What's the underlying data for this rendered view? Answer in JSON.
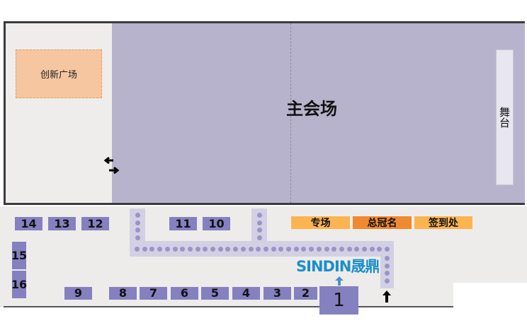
{
  "hall": {
    "main_title": "主会场",
    "stage": "舞台",
    "plaza": "创新广场"
  },
  "zones": [
    {
      "label": "专场",
      "color": "#fbb450"
    },
    {
      "label": "总冠名",
      "color": "#f08a30"
    },
    {
      "label": "签到处",
      "color": "#fbb450"
    }
  ],
  "booths": [
    "1",
    "2",
    "3",
    "4",
    "5",
    "6",
    "7",
    "8",
    "9",
    "10",
    "11",
    "12",
    "13",
    "14",
    "15",
    "16"
  ],
  "logo": {
    "text": "SINDIN晟鼎",
    "color": "#1a8fc9"
  },
  "colors": {
    "booth": "#8580c0",
    "main_hall": "#b8b3cc",
    "path": "#d3d0e4"
  }
}
